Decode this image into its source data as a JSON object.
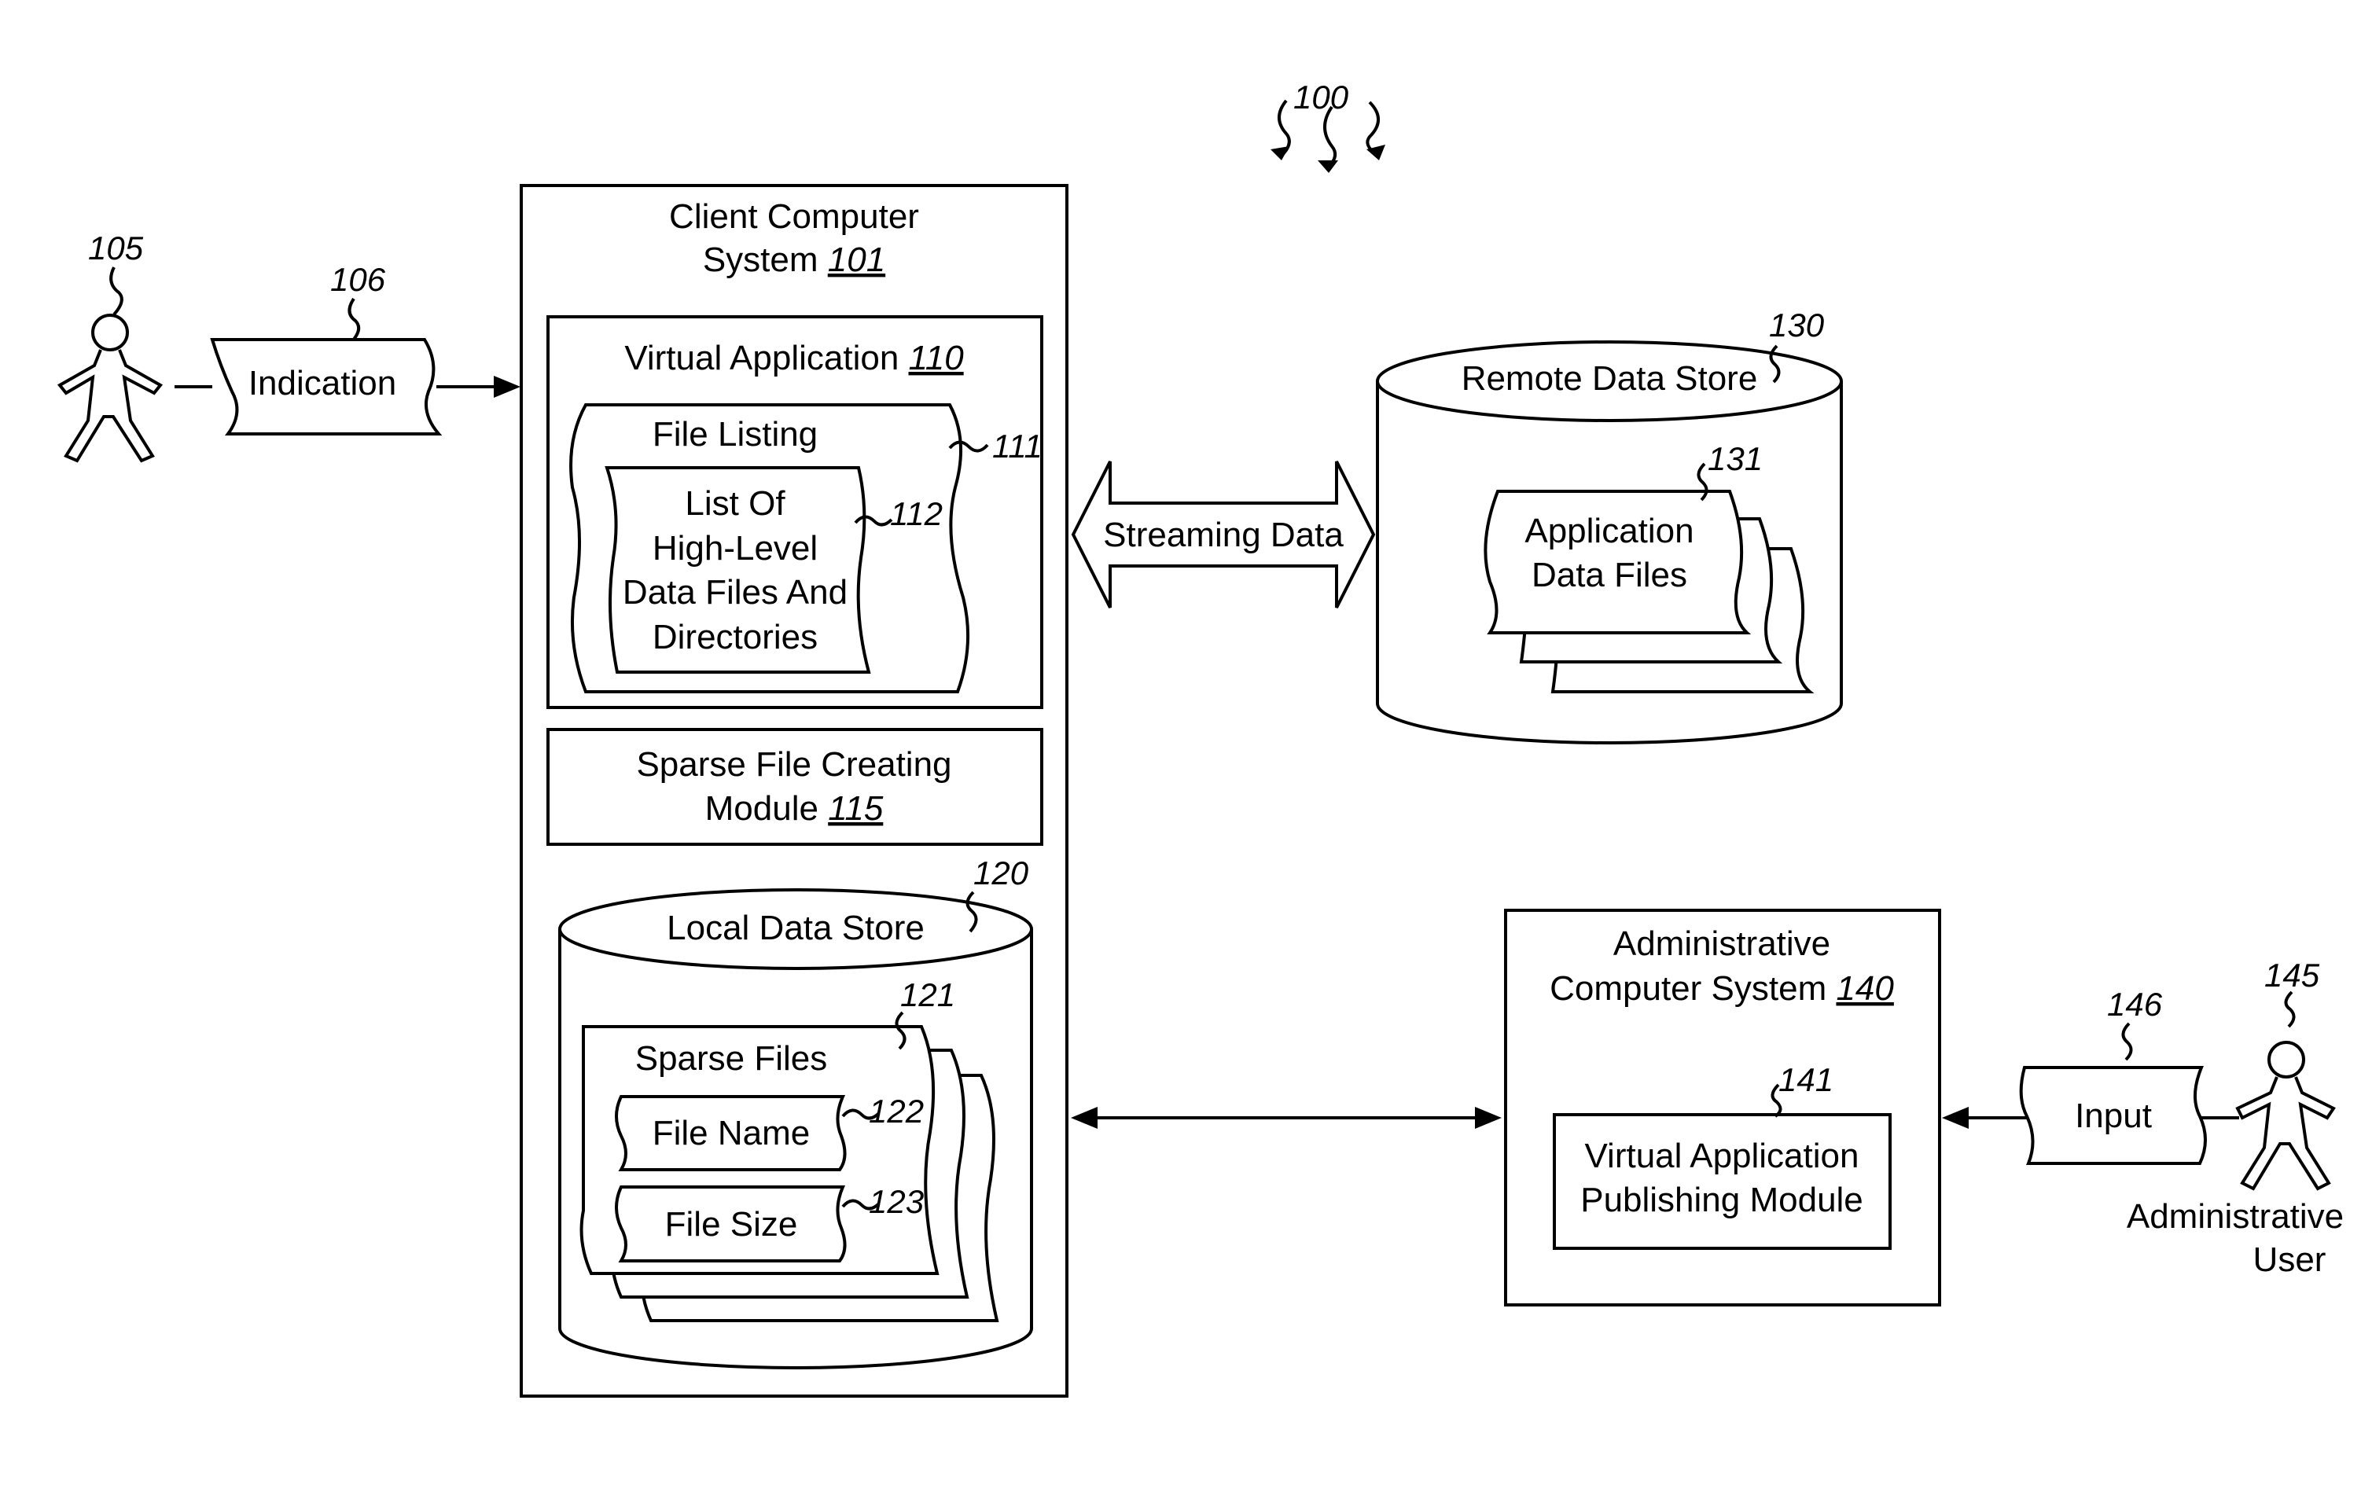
{
  "figure": {
    "ref": "100"
  },
  "user": {
    "ref": "105"
  },
  "indication": {
    "label": "Indication",
    "ref": "106"
  },
  "client": {
    "title_line1": "Client Computer",
    "title_line2": "System ",
    "ref": "101"
  },
  "virtual_app": {
    "title": "Virtual Application ",
    "ref": "110"
  },
  "file_listing": {
    "title": "File Listing",
    "ref": "111"
  },
  "list_of": {
    "line1": "List Of",
    "line2": "High-Level",
    "line3": "Data Files And",
    "line4": "Directories",
    "ref": "112"
  },
  "sparse_module": {
    "line1": "Sparse File Creating",
    "line2": "Module ",
    "ref": "115"
  },
  "local_store": {
    "title": "Local Data Store",
    "ref": "120"
  },
  "sparse_files": {
    "title": "Sparse Files",
    "ref": "121"
  },
  "file_name": {
    "label": "File Name",
    "ref": "122"
  },
  "file_size": {
    "label": "File Size",
    "ref": "123"
  },
  "streaming": {
    "label": "Streaming Data"
  },
  "remote_store": {
    "title": "Remote Data Store",
    "ref": "130"
  },
  "app_data_files": {
    "line1": "Application",
    "line2": "Data Files",
    "ref": "131"
  },
  "admin_system": {
    "line1": "Administrative",
    "line2": "Computer System ",
    "ref": "140"
  },
  "publishing": {
    "line1": "Virtual Application",
    "line2": "Publishing Module",
    "ref": "141"
  },
  "admin_user": {
    "line1": "Administrative",
    "line2": "User",
    "ref": "145"
  },
  "input": {
    "label": "Input",
    "ref": "146"
  }
}
